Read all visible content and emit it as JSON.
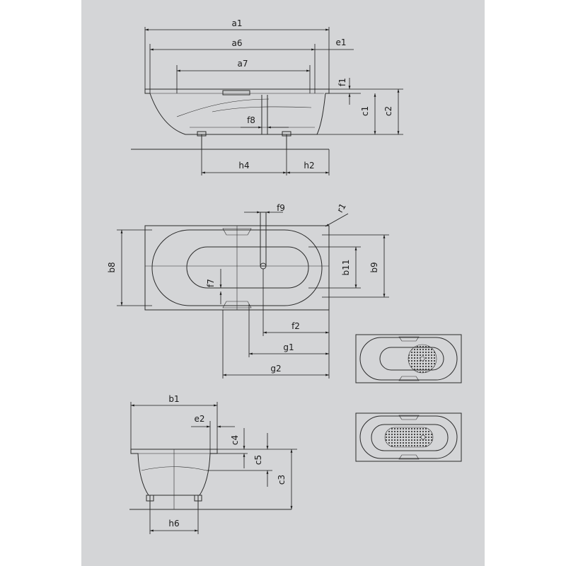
{
  "labels": {
    "a1": "a1",
    "a6": "a6",
    "a7": "a7",
    "e1": "e1",
    "f1": "f1",
    "c1": "c1",
    "c2": "c2",
    "f8": "f8",
    "h4": "h4",
    "h2": "h2",
    "f9": "f9",
    "r1": "r1",
    "b8": "b8",
    "b11": "b11",
    "b9": "b9",
    "f7": "f7",
    "f2": "f2",
    "g1": "g1",
    "g2": "g2",
    "b1": "b1",
    "e2": "e2",
    "c4": "c4",
    "c5": "c5",
    "c3": "c3",
    "h6": "h6"
  },
  "colors": {
    "sheet": "#ffffff",
    "panel": "#d4d5d7",
    "line": "#1a1a1a",
    "mat": "#5a5a5a"
  }
}
